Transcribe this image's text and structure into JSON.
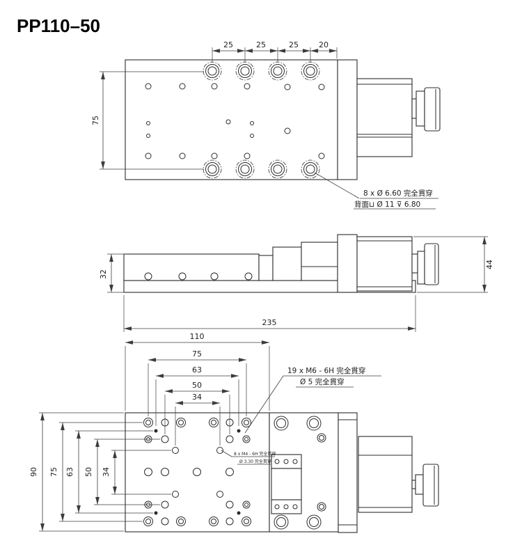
{
  "title": "PP110–50",
  "colors": {
    "line": "#2b2b2b",
    "dim": "#3c3c3c",
    "text": "#1e1e1e"
  },
  "top_view": {
    "dim_25_1": "25",
    "dim_25_2": "25",
    "dim_25_3": "25",
    "dim_20": "20",
    "dim_75": "75",
    "callout_counterbore": {
      "line1": "8 x Ø 6.60 完全貫穿",
      "line2": "背面⊔ Ø 11 ⊽ 6.80"
    }
  },
  "side_view": {
    "dim_32": "32",
    "dim_44": "44",
    "dim_235": "235"
  },
  "bottom_view": {
    "dim_h_110": "110",
    "dim_h_75": "75",
    "dim_h_63": "63",
    "dim_h_50": "50",
    "dim_h_34": "34",
    "dim_v_90": "90",
    "dim_v_75": "75",
    "dim_v_63": "63",
    "dim_v_50": "50",
    "dim_v_34": "34",
    "callout_m6": {
      "line1": "19 x  M6 - 6H 完全貫穿",
      "line2": "Ø 5 完全貫穿"
    },
    "callout_m4": {
      "line1": "8 x M4 - 6H 完全貫穿",
      "line2": "Ø 3.30 完全貫穿"
    }
  }
}
